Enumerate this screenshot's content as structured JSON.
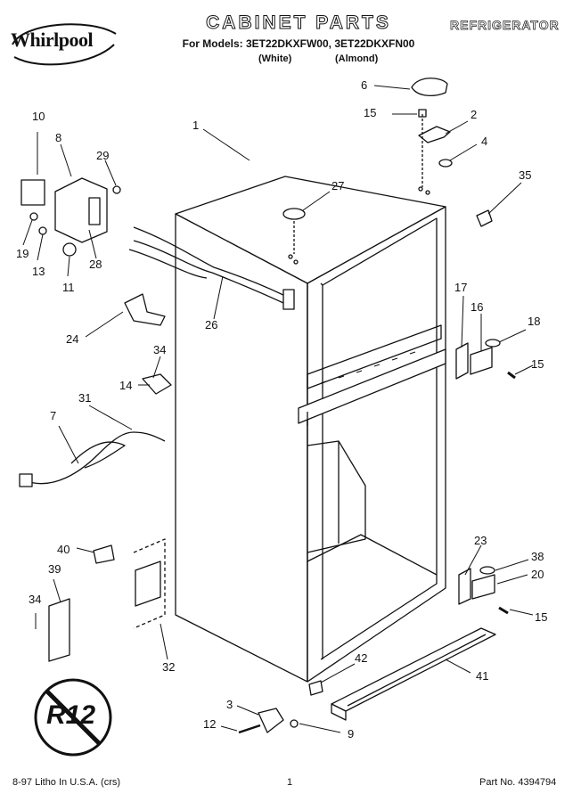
{
  "header": {
    "brand": "Whirlpool",
    "title": "CABINET PARTS",
    "models": "For Models: 3ET22DKXFW00, 3ET22DKXFN00",
    "finish_white": "(White)",
    "finish_almond": "(Almond)",
    "category": "REFRIGERATOR"
  },
  "callouts": [
    "1",
    "2",
    "3",
    "4",
    "6",
    "7",
    "8",
    "9",
    "10",
    "11",
    "12",
    "13",
    "14",
    "15",
    "15",
    "15",
    "16",
    "17",
    "18",
    "19",
    "20",
    "23",
    "24",
    "26",
    "27",
    "28",
    "29",
    "31",
    "32",
    "34",
    "34",
    "35",
    "38",
    "39",
    "40",
    "41",
    "42"
  ],
  "badge": "R12",
  "footer": {
    "left": "8-97 Litho In U.S.A. (crs)",
    "page": "1",
    "part_no": "Part No. 4394794"
  }
}
